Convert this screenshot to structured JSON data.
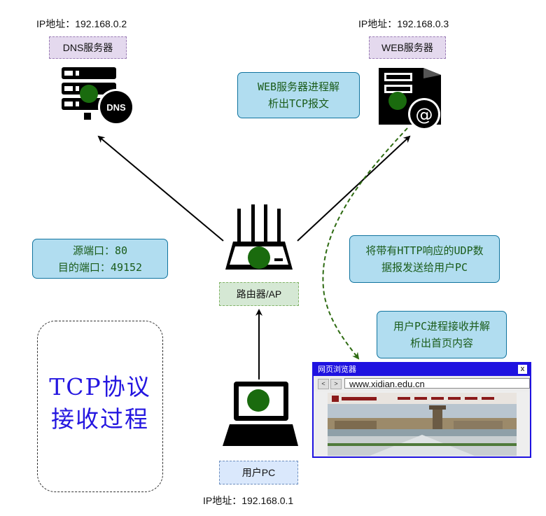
{
  "dns": {
    "ip": "IP地址：192.168.0.2",
    "label": "DNS服务器",
    "badge": "DNS"
  },
  "web": {
    "ip": "IP地址：192.168.0.3",
    "label": "WEB服务器"
  },
  "router": {
    "label": "路由器/AP"
  },
  "pc": {
    "label": "用户PC",
    "ip": "IP地址：192.168.0.1"
  },
  "notes": {
    "web_parse": [
      "WEB服务器进程解",
      "析出TCP报文"
    ],
    "ports": [
      "源端口：80",
      "目的端口：49152"
    ],
    "send_back": [
      "将带有HTTP响应的UDP数",
      "据报发送给用户PC"
    ],
    "pc_parse": [
      "用户PC进程接收并解",
      "析出首页内容"
    ]
  },
  "title": [
    "TCP协议",
    "接收过程"
  ],
  "browser": {
    "title": "网页浏览器",
    "close": "x",
    "back": "<",
    "forward": ">",
    "url": "www.xidian.edu.cn"
  },
  "colors": {
    "node_dot": "#1a6b0e",
    "note_bg": "#b1ddf0",
    "note_text": "#1a5c1a",
    "title_text": "#2416e0",
    "browser_frame": "#1f12e0",
    "dashed_arrow": "#2e6b12"
  }
}
